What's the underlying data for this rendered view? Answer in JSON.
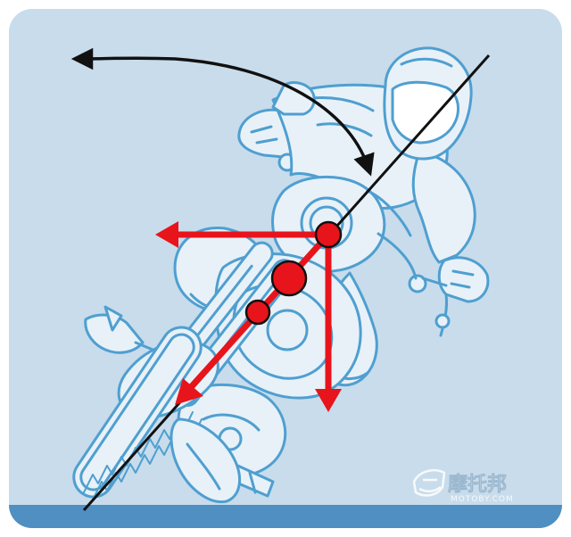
{
  "diagram": {
    "subject": "motorcycle-rider-leaning-in-turn",
    "colors": {
      "background": "#c8dcec",
      "ground": "#4f8fc1",
      "outline": "#4f9fd0",
      "fill": "#e8f1f8",
      "axis_line": "#111111",
      "force": "#e8141b",
      "curve_arrow": "#111111",
      "watermark": "#f7f9fb"
    },
    "icons": [
      "lean-axis-line",
      "rotation-arrow",
      "force-vector-left",
      "force-vector-down",
      "force-vector-diagonal",
      "center-of-mass-dot"
    ]
  },
  "watermark": {
    "brand_cn": "摩托邦",
    "brand_en": "MOTOBY.COM"
  }
}
